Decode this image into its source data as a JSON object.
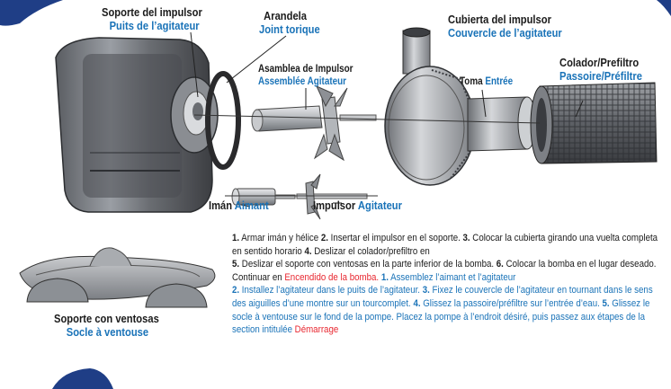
{
  "labels": {
    "impeller_holder": {
      "es": "Soporte del impulsor",
      "fr": "Puits de l’agitateur"
    },
    "washer": {
      "es": "Arandela",
      "fr": "Joint torique"
    },
    "impeller_cover": {
      "es": "Cubierta del impulsor",
      "fr": "Couvercle de l’agitateur"
    },
    "impeller_assembly": {
      "es": "Asamblea de Impulsor",
      "fr": "Assemblée Agitateur"
    },
    "intake": {
      "es": "Toma",
      "fr": "Entrée"
    },
    "strainer": {
      "es": "Colador/Prefiltro",
      "fr": "Passoire/Préfiltre"
    },
    "magnet": {
      "es": "Imán",
      "fr": "Aimant"
    },
    "impeller": {
      "es": "Impulsor",
      "fr": "Agitateur"
    },
    "suction_base": {
      "es": "Soporte con ventosas",
      "fr": "Socle à ventouse"
    }
  },
  "instructions": {
    "es": [
      {
        "num": "1.",
        "text": " Armar imán y hélice "
      },
      {
        "num": "2.",
        "text": " Insertar el impulsor en el soporte. "
      },
      {
        "num": "3.",
        "text": " Colocar la cubierta girando una vuelta completa en sentido horario "
      },
      {
        "num": "4.",
        "text": " Deslizar el colador/prefiltro en "
      },
      {
        "num": "5.",
        "text": " Deslizar el soporte con ventosas en la parte inferior de la bomba. "
      },
      {
        "num": "6.",
        "text": " Colocar la bomba en el lugar deseado. Continuar en "
      }
    ],
    "es_link": "Encendido de la bomba.",
    "fr": [
      {
        "num": "1.",
        "text": " Assemblez l’aimant et l’agitateur "
      },
      {
        "num": "2.",
        "text": " Installez l’agitateur dans le puits de l’agitateur. "
      },
      {
        "num": "3.",
        "text": " Fixez le couvercle de l’agitateur en tournant dans le sens des aiguilles d’une montre sur un tourcomplet. "
      },
      {
        "num": "4.",
        "text": " Glissez la passoire/préfiltre sur l’entrée d’eau. "
      },
      {
        "num": "5.",
        "text": " Glissez le socle à ventouse sur le fond de la pompe. Placez la pompe à l’endroit désiré, puis passez aux étapes de la section intitulée "
      }
    ],
    "fr_link": "Démarrage"
  }
}
